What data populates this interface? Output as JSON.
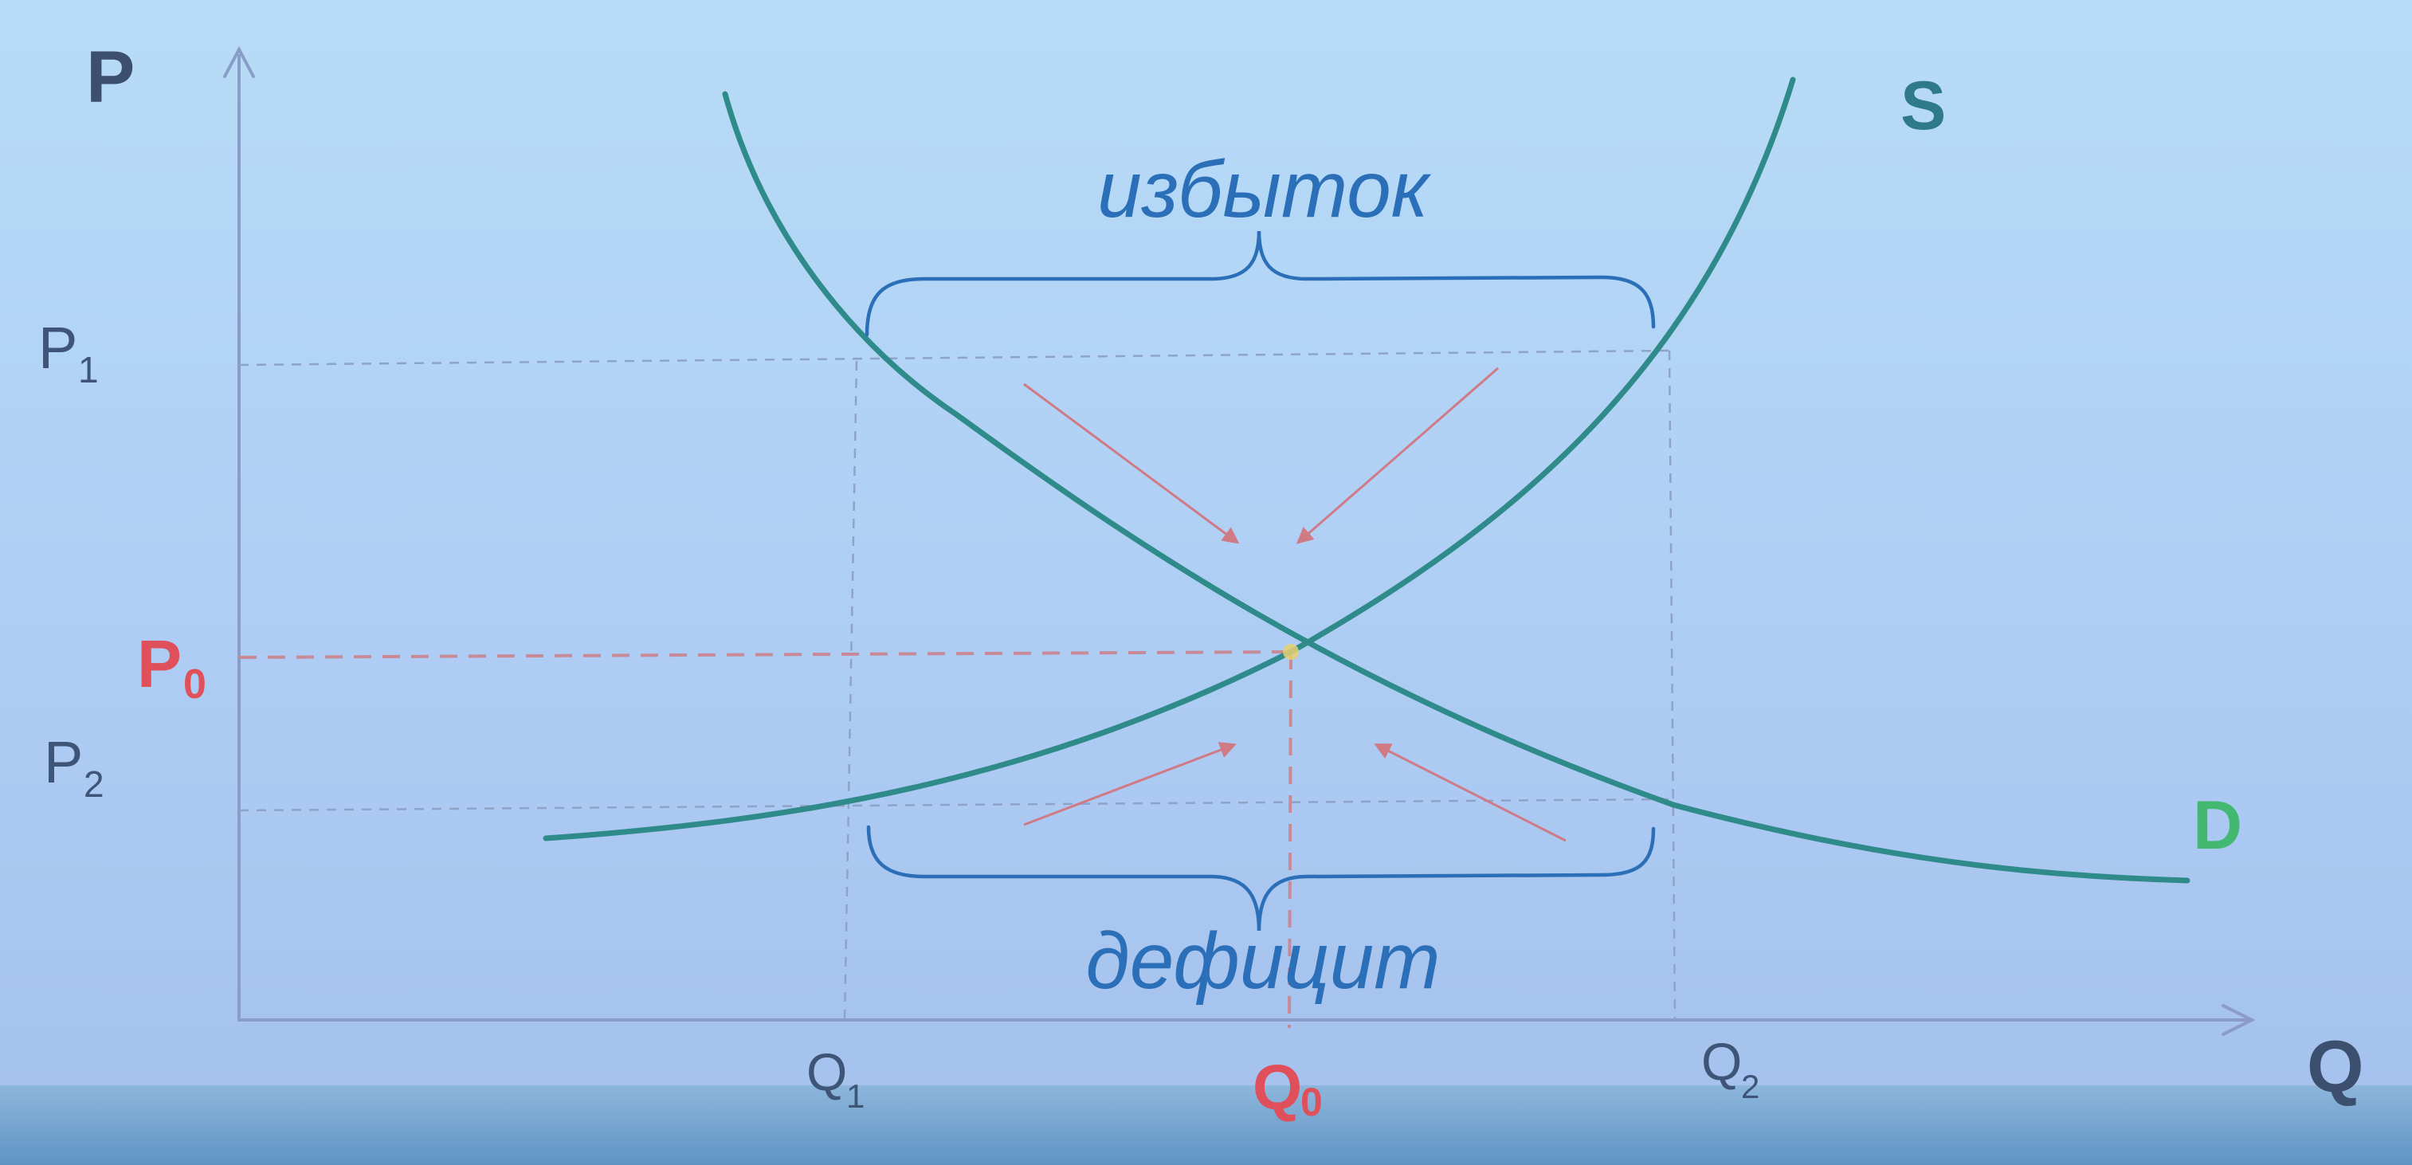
{
  "axes": {
    "y_label": "P",
    "x_label": "Q"
  },
  "price_labels": {
    "p1": {
      "base": "P",
      "sub": "1"
    },
    "p0": {
      "base": "P",
      "sub": "0"
    },
    "p2": {
      "base": "P",
      "sub": "2"
    }
  },
  "quantity_labels": {
    "q1": {
      "base": "Q",
      "sub": "1"
    },
    "q0": {
      "base": "Q",
      "sub": "0"
    },
    "q2": {
      "base": "Q",
      "sub": "2"
    }
  },
  "curves": {
    "supply": "S",
    "demand": "D"
  },
  "annotations": {
    "surplus": "избыток",
    "shortage": "дефицит"
  },
  "colors": {
    "curve": "#2f8a8a",
    "axis": "#8a9cc8",
    "equilibrium": "#e0505a",
    "brace": "#2a6fb8",
    "arrow": "#d07a86",
    "demand_label": "#43b871",
    "background_top": "#b7daf6",
    "background_bottom": "#9fbbe6"
  }
}
